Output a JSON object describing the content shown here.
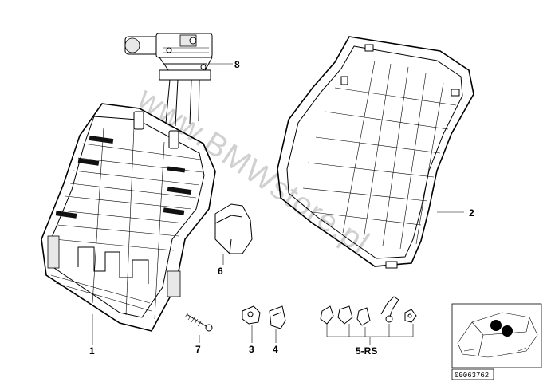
{
  "diagram": {
    "labels": {
      "frame": "1",
      "cover": "2",
      "clip": "3",
      "clip_holder": "4",
      "kit": "5-RS",
      "cap": "6",
      "screw": "7",
      "headrest_mech": "8"
    },
    "watermark": "www.BMWstore.pl",
    "reference_code": "00063762"
  }
}
